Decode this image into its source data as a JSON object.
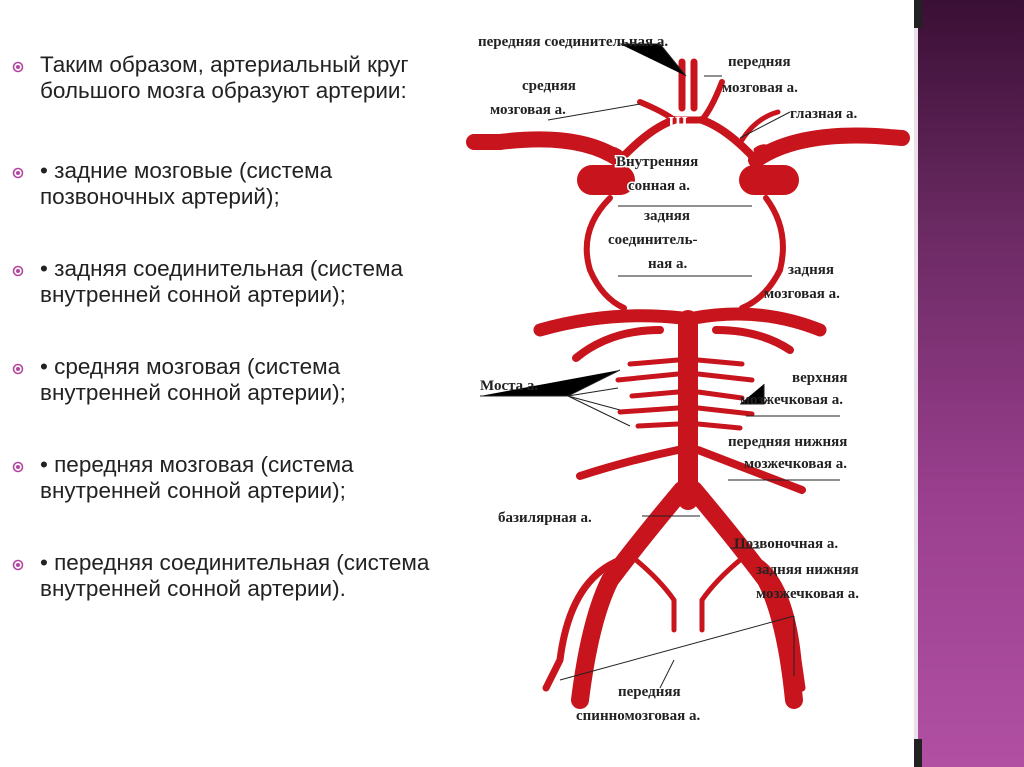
{
  "bullets": [
    "Таким образом, артериальный круг большого мозга образуют артерии:",
    "• задние мозговые (система позвоночных артерий);",
    "• задняя соединительная (система внутренней сонной артерии);",
    "• средняя мозговая (система внутренней сонной артерии);",
    "• передняя мозговая (система внутренней сонной артерии);",
    "• передняя соединительная (система внутренней сонной артерии)."
  ],
  "labels": {
    "anterior_communicating": "передняя соединительная а.",
    "anterior_cerebral_1": "передняя",
    "anterior_cerebral_2": "мозговая а.",
    "middle_cerebral_1": "средняя",
    "middle_cerebral_2": "мозговая а.",
    "ophthalmic": "глазная а.",
    "roman_numeral": "III",
    "internal_carotid_1": "Внутренняя",
    "internal_carotid_2": "сонная а.",
    "posterior_communicating_1": "задняя",
    "posterior_communicating_2": "соединитель-",
    "posterior_communicating_3": "ная а.",
    "posterior_cerebral_1": "задняя",
    "posterior_cerebral_2": "мозговая а.",
    "pontine": "Моста а.",
    "superior_cerebellar_1": "верхняя",
    "superior_cerebellar_2": "мозжечковая а.",
    "anterior_inferior_cerebellar_1": "передняя нижняя",
    "anterior_inferior_cerebellar_2": "мозжечковая а.",
    "basilar": "базилярная а.",
    "vertebral": "Позвоночная а.",
    "posterior_inferior_cerebellar_1": "задняя нижняя",
    "posterior_inferior_cerebellar_2": "мозжечковая а.",
    "anterior_spinal_1": "передняя",
    "anterior_spinal_2": "спинномозговая а."
  },
  "colors": {
    "artery": "#c8141c",
    "bullet": "#b3479f",
    "text": "#222222"
  }
}
